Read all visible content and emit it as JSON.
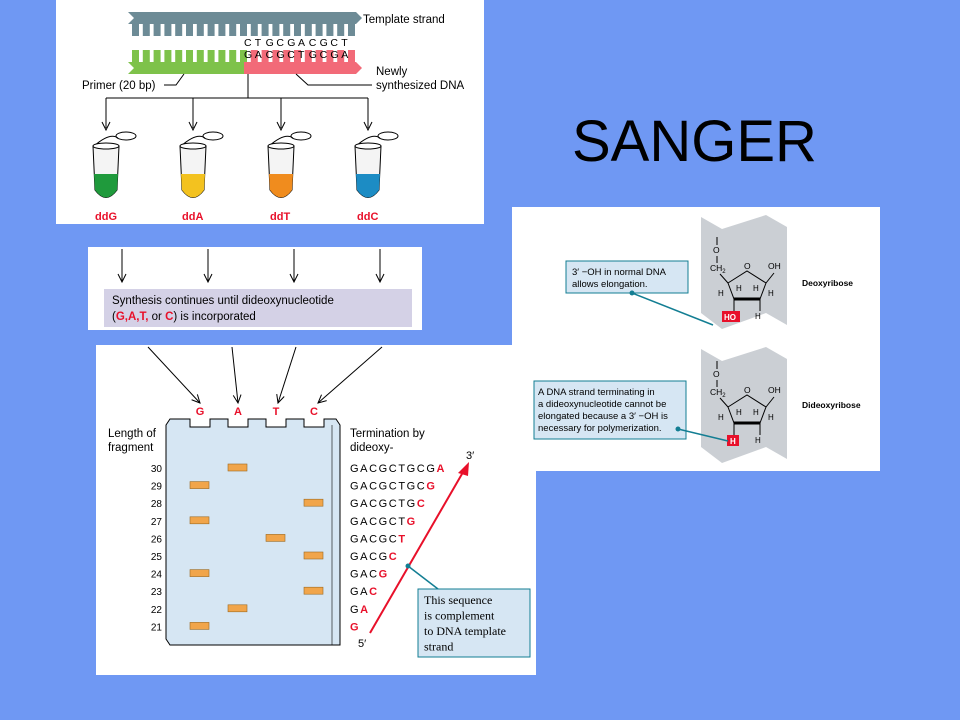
{
  "slide": {
    "title": "SANGER",
    "background": "#6f98f3"
  },
  "colors": {
    "red": "#e8102a",
    "pink": "#f26a78",
    "green": "#7ec24a",
    "slate": "#6d8b96",
    "gel": "#d6e6f3",
    "band": "#f1a54a",
    "teal": "#137e93"
  },
  "replication": {
    "template_label": "Template strand",
    "template_seq": "CTGCGACGCT",
    "new_seq": "GACGCTGCGA",
    "primer_label": "Primer (20 bp)",
    "newly_label_1": "Newly",
    "newly_label_2": "synthesized DNA",
    "tubes": [
      {
        "label": "ddG",
        "color": "#1f9a3c"
      },
      {
        "label": "ddA",
        "color": "#f3c21f"
      },
      {
        "label": "ddT",
        "color": "#f08c1e"
      },
      {
        "label": "ddC",
        "color": "#1c8cc4"
      }
    ]
  },
  "synthesis": {
    "line1": "Synthesis continues until dideoxynucleotide",
    "line2_open": "(",
    "bases": "G,A,T,",
    "or": " or ",
    "last": "C",
    "line2_close": ") is incorporated"
  },
  "gel": {
    "lanes": [
      "G",
      "A",
      "T",
      "C"
    ],
    "length_label_1": "Length of",
    "length_label_2": "fragment",
    "term_label_1": "Termination by",
    "term_label_2": "dideoxy-",
    "rows": [
      {
        "length": "30",
        "prefix": "GACGCTGCG",
        "terminal": "A",
        "lane": 1
      },
      {
        "length": "29",
        "prefix": "GACGCTGC",
        "terminal": "G",
        "lane": 0
      },
      {
        "length": "28",
        "prefix": "GACGCTG",
        "terminal": "C",
        "lane": 3
      },
      {
        "length": "27",
        "prefix": "GACGCT",
        "terminal": "G",
        "lane": 0
      },
      {
        "length": "26",
        "prefix": "GACGC",
        "terminal": "T",
        "lane": 2
      },
      {
        "length": "25",
        "prefix": "GACG",
        "terminal": "C",
        "lane": 3
      },
      {
        "length": "24",
        "prefix": "GAC",
        "terminal": "G",
        "lane": 0
      },
      {
        "length": "23",
        "prefix": "GA",
        "terminal": "C",
        "lane": 3
      },
      {
        "length": "22",
        "prefix": "G",
        "terminal": "A",
        "lane": 1
      },
      {
        "length": "21",
        "prefix": "",
        "terminal": "G",
        "lane": 0
      }
    ],
    "end_3": "3′",
    "end_5": "5′",
    "note": [
      "This sequence",
      "is complement",
      "to DNA template",
      "strand"
    ]
  },
  "sugars": {
    "deoxy_label": "Deoxyribose",
    "dideoxy_label": "Dideoxyribose",
    "note1": [
      "3′ −OH in normal DNA",
      "allows elongation."
    ],
    "note2": [
      "A DNA strand terminating in",
      "a dideoxynucleotide cannot be",
      "elongated because a 3′ −OH is",
      "necessary for polymerization."
    ],
    "oh": "OH",
    "ho": "HO",
    "h": "H",
    "o": "O",
    "ch2": "CH",
    "sub2": "2"
  }
}
